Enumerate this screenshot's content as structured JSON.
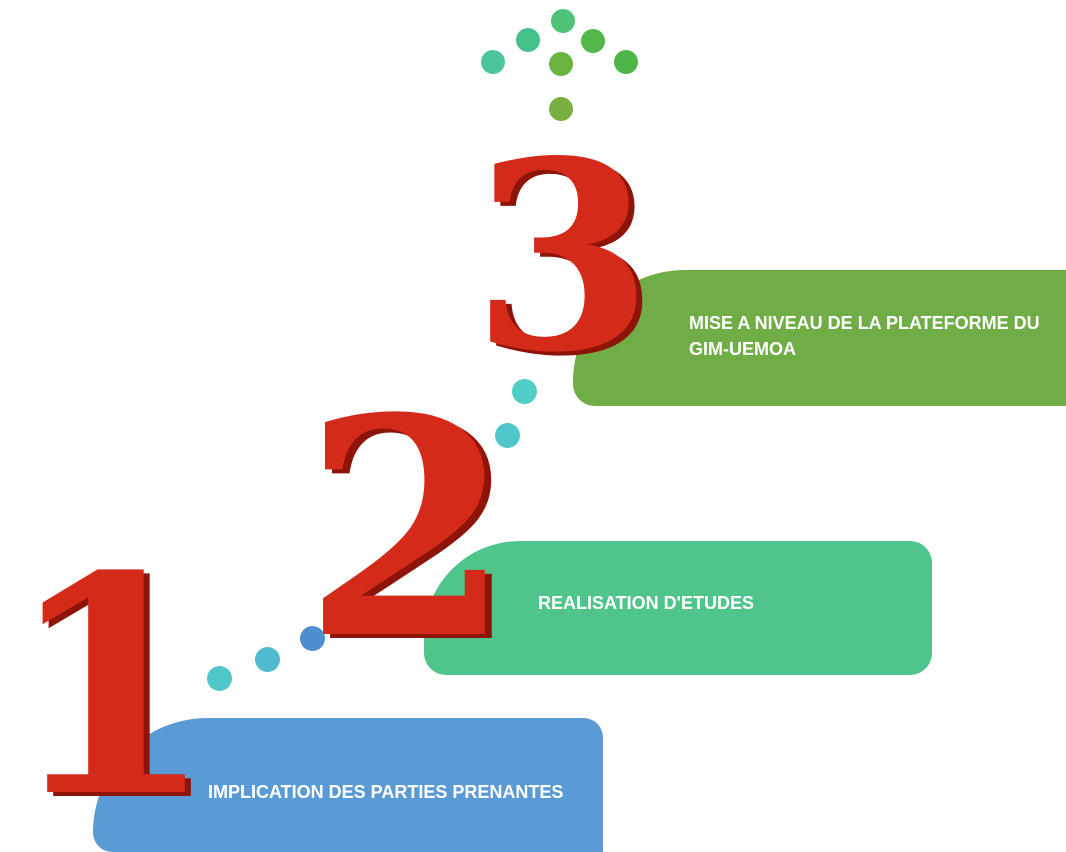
{
  "steps": [
    {
      "number": "1",
      "label": "IMPLICATION DES PARTIES PRENANTES",
      "color": "#5b9bd5"
    },
    {
      "number": "2",
      "label": "REALISATION D'ETUDES",
      "color": "#4fc58c"
    },
    {
      "number": "3",
      "label": "MISE A NIVEAU DE LA PLATEFORME DU GIM-UEMOA",
      "color": "#70ad47"
    }
  ],
  "colors": {
    "numeral_face": "#d42a1a",
    "numeral_side": "#8e1409",
    "arrow_teal": "#4cc59a",
    "arrow_green": "#52b84a",
    "arrow_olive": "#6db33f",
    "dot_teal": "#4fc7c9",
    "dot_blue": "#4f8fd0"
  },
  "icons": [
    "dotted-up-arrow-icon"
  ]
}
